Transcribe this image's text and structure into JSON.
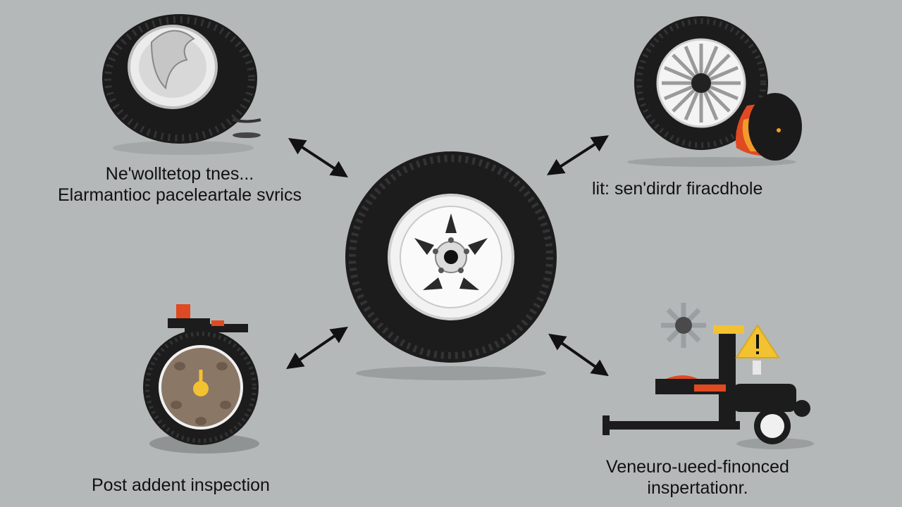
{
  "diagram": {
    "background": "#b4b8b9",
    "accent_colors": {
      "tire": "#1c1c1c",
      "rim": "#f2f2f2",
      "warning": "#f2c230",
      "hazard": "#e04a22"
    },
    "center": {
      "icon": "tire-wheel-icon"
    },
    "nodes": {
      "top_left": {
        "icon": "damaged-tire-icon",
        "lines": [
          "Ne'wolltetop tnes...",
          "Elarmantioc pacelеartale svrics"
        ]
      },
      "top_right": {
        "icon": "tire-with-brake-icon",
        "lines": [
          "lit: sen'dirdr firacdhole"
        ]
      },
      "bottom_left": {
        "icon": "wheel-on-jack-icon",
        "lines": [
          "Post addent inspection"
        ]
      },
      "bottom_right": {
        "icon": "lift-jack-warning-icon",
        "lines": [
          "Veneuro-ueed-finonced",
          "inspertationr."
        ]
      }
    }
  }
}
